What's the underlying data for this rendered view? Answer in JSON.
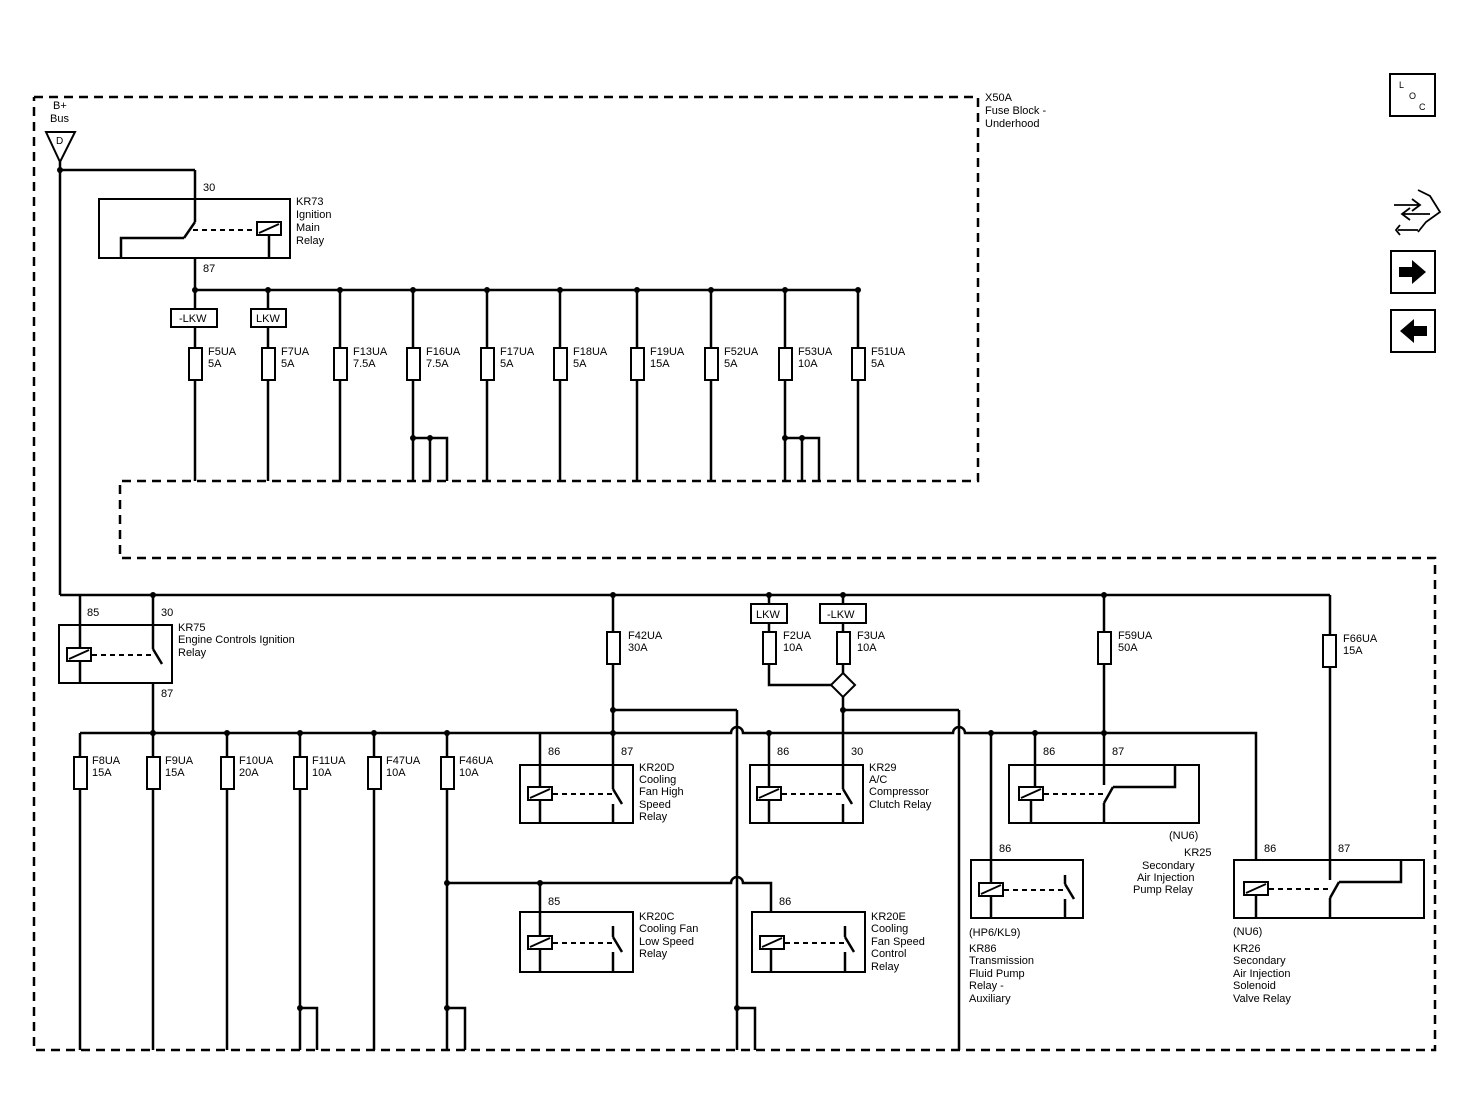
{
  "fuse_block": {
    "id": "X50A",
    "line1": "Fuse Block -",
    "line2": "Underhood"
  },
  "bplus": {
    "line1": "B+",
    "line2": "Bus",
    "conn": "D"
  },
  "kr73": {
    "id": "KR73",
    "l1": "Ignition",
    "l2": "Main",
    "l3": "Relay",
    "pin_top": "30",
    "pin_bottom": "87"
  },
  "kr75": {
    "id": "KR75",
    "l1": "Engine Controls Ignition",
    "l2": "Relay",
    "pin_coil": "85",
    "pin_sw": "30",
    "pin_out": "87"
  },
  "tags": {
    "lkw_neg": "-LKW",
    "lkw": "LKW"
  },
  "top_fuses": [
    {
      "id": "F5UA",
      "amp": "5A"
    },
    {
      "id": "F7UA",
      "amp": "5A"
    },
    {
      "id": "F13UA",
      "amp": "7.5A"
    },
    {
      "id": "F16UA",
      "amp": "7.5A"
    },
    {
      "id": "F17UA",
      "amp": "5A"
    },
    {
      "id": "F18UA",
      "amp": "5A"
    },
    {
      "id": "F19UA",
      "amp": "15A"
    },
    {
      "id": "F52UA",
      "amp": "5A"
    },
    {
      "id": "F53UA",
      "amp": "10A"
    },
    {
      "id": "F51UA",
      "amp": "5A"
    }
  ],
  "bottom_fuses": [
    {
      "id": "F8UA",
      "amp": "15A"
    },
    {
      "id": "F9UA",
      "amp": "15A"
    },
    {
      "id": "F10UA",
      "amp": "20A"
    },
    {
      "id": "F11UA",
      "amp": "10A"
    },
    {
      "id": "F47UA",
      "amp": "10A"
    },
    {
      "id": "F46UA",
      "amp": "10A"
    }
  ],
  "mid_fuses": [
    {
      "id": "F42UA",
      "amp": "30A"
    },
    {
      "id": "F2UA",
      "amp": "10A"
    },
    {
      "id": "F3UA",
      "amp": "10A"
    },
    {
      "id": "F59UA",
      "amp": "50A"
    },
    {
      "id": "F66UA",
      "amp": "15A"
    }
  ],
  "kr20d": {
    "id": "KR20D",
    "lines": [
      "Cooling",
      "Fan High",
      "Speed",
      "Relay"
    ],
    "p1": "86",
    "p2": "87"
  },
  "kr29": {
    "id": "KR29",
    "lines": [
      "A/C",
      "Compressor",
      "Clutch Relay"
    ],
    "p1": "86",
    "p2": "30"
  },
  "kr25": {
    "option": "(NU6)",
    "id": "KR25",
    "lines": [
      "Secondary",
      "Air Injection",
      "Pump Relay"
    ],
    "p1": "86",
    "p2": "87"
  },
  "kr20c": {
    "id": "KR20C",
    "lines": [
      "Cooling Fan",
      "Low Speed",
      "Relay"
    ],
    "p1": "85"
  },
  "kr20e": {
    "id": "KR20E",
    "lines": [
      "Cooling",
      "Fan Speed",
      "Control",
      "Relay"
    ],
    "p1": "86"
  },
  "kr86": {
    "option": "(HP6/KL9)",
    "id": "KR86",
    "lines": [
      "Transmission",
      "Fluid Pump",
      "Relay -",
      "Auxiliary"
    ],
    "p1": "86"
  },
  "kr26": {
    "option": "(NU6)",
    "id": "KR26",
    "lines": [
      "Secondary",
      "Air Injection",
      "Solenoid",
      "Valve Relay"
    ],
    "p1": "86",
    "p2": "87"
  },
  "loc": {
    "l": "L",
    "o": "O",
    "c": "C"
  },
  "icons": [
    "loc-icon",
    "harness-icon",
    "next-arrow-icon",
    "prev-arrow-icon"
  ]
}
